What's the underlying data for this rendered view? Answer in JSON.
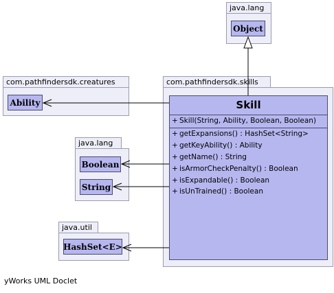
{
  "packages": {
    "java_lang_top": "java.lang",
    "creatures": "com.pathfindersdk.creatures",
    "skills": "com.pathfindersdk.skills",
    "java_lang_mid": "java.lang",
    "java_util": "java.util"
  },
  "classes": {
    "object": "Object",
    "ability": "Ability",
    "boolean": "Boolean",
    "string": "String",
    "hashset": "HashSet<E>"
  },
  "skill": {
    "name": "Skill",
    "constructors": [
      {
        "visibility": "+",
        "signature": "Skill(String, Ability, Boolean, Boolean)"
      }
    ],
    "methods": [
      {
        "visibility": "+",
        "signature": "getExpansions() : HashSet<String>"
      },
      {
        "visibility": "+",
        "signature": "getKeyAbility() : Ability"
      },
      {
        "visibility": "+",
        "signature": "getName() : String"
      },
      {
        "visibility": "+",
        "signature": "isArmorCheckPenalty() : Boolean"
      },
      {
        "visibility": "+",
        "signature": "isExpandable() : Boolean"
      },
      {
        "visibility": "+",
        "signature": "isUnTrained() : Boolean"
      }
    ]
  },
  "credit": "yWorks UML Doclet",
  "colors": {
    "package_fill": "#eeeef8",
    "package_border": "#9a9ab0",
    "class_fill": "#b7b7f0",
    "class_border": "#4a4a6a",
    "line": "#000000"
  }
}
